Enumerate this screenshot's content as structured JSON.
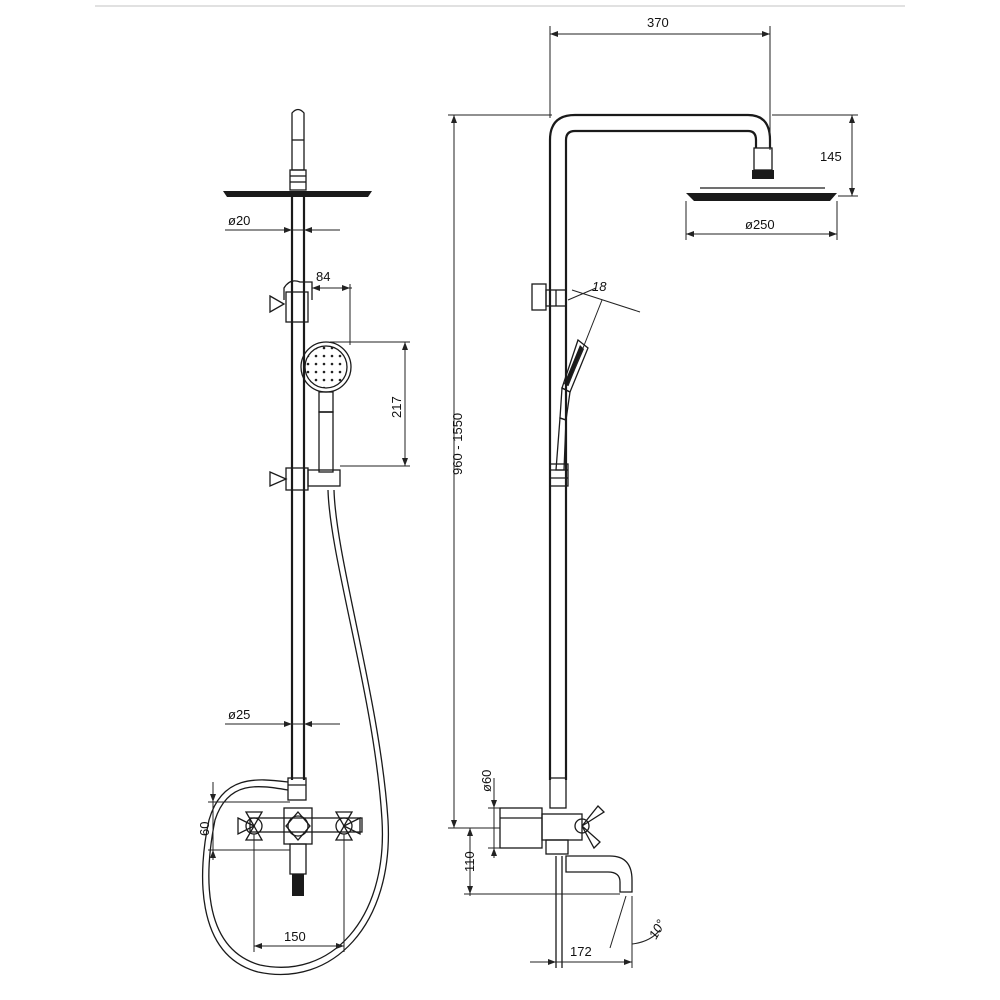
{
  "front_view": {
    "dim_head_connector": "ø20",
    "dim_wall_offset": "84",
    "dim_hand_shower_height": "217",
    "dim_riser": "ø25",
    "dim_mixer_inlet": "60",
    "dim_centers": "150"
  },
  "side_view": {
    "dim_arm_reach": "370",
    "dim_head_drop": "145",
    "dim_head_diameter": "ø250",
    "dim_handset_width": "18",
    "dim_height_range": "960 - 1550",
    "dim_escutcheon": "ø60",
    "dim_mixer_height": "110",
    "dim_spout_reach": "172",
    "dim_spout_angle": "10°"
  }
}
